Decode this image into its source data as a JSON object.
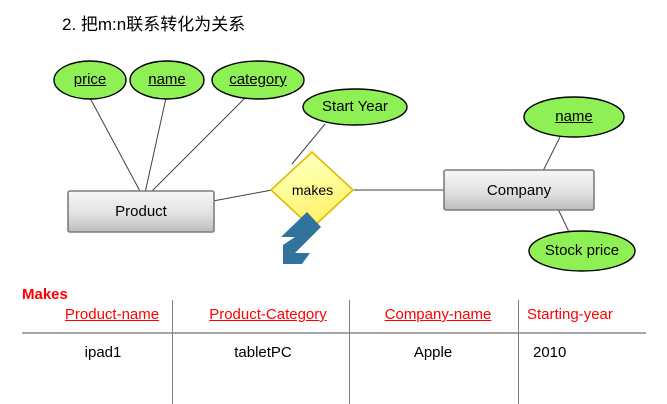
{
  "slide": {
    "title": "2. 把m:n联系转化为关系"
  },
  "diagram": {
    "entities": [
      {
        "id": "product",
        "label": "Product"
      },
      {
        "id": "company",
        "label": "Company"
      }
    ],
    "relationship": {
      "id": "makes",
      "label": "makes"
    },
    "attributes": [
      {
        "id": "price",
        "label": "price",
        "underlined": false,
        "owner": "product"
      },
      {
        "id": "name",
        "label": "name",
        "underlined": true,
        "owner": "product"
      },
      {
        "id": "category",
        "label": "category",
        "underlined": true,
        "owner": "product"
      },
      {
        "id": "start-year",
        "label": "Start Year",
        "underlined": false,
        "owner": "makes"
      },
      {
        "id": "company-name",
        "label": "name",
        "underlined": true,
        "owner": "company"
      },
      {
        "id": "stock-price",
        "label": "Stock price",
        "underlined": false,
        "owner": "company"
      }
    ],
    "arrow": {
      "id": "down-left-arrow",
      "direction": "down-left"
    },
    "colors": {
      "attribute_fill": "#8ff055",
      "attribute_stroke": "#000000",
      "relationship_fill": "#ffff99",
      "relationship_stroke": "#e8c400",
      "entity_fill_top": "#f2f2f2",
      "entity_fill_bottom": "#bfbfbf",
      "entity_stroke": "#808080",
      "arrow_fill": "#31739c",
      "line_stroke": "#404040"
    }
  },
  "table": {
    "caption": "Makes",
    "headers": [
      {
        "label": "Product-name",
        "underlined": true
      },
      {
        "label": "Product-Category ",
        "underlined": true
      },
      {
        "label": "Company-name",
        "underlined": true
      },
      {
        "label": "Starting-year",
        "underlined": false
      }
    ],
    "rows": [
      [
        "ipad1",
        "tabletPC",
        "Apple",
        "2010"
      ]
    ],
    "colors": {
      "header_text": "#ff0000",
      "caption_text": "#ff0000",
      "cell_text": "#000000",
      "rule": "#a6a6a6",
      "divider": "#808080"
    }
  }
}
